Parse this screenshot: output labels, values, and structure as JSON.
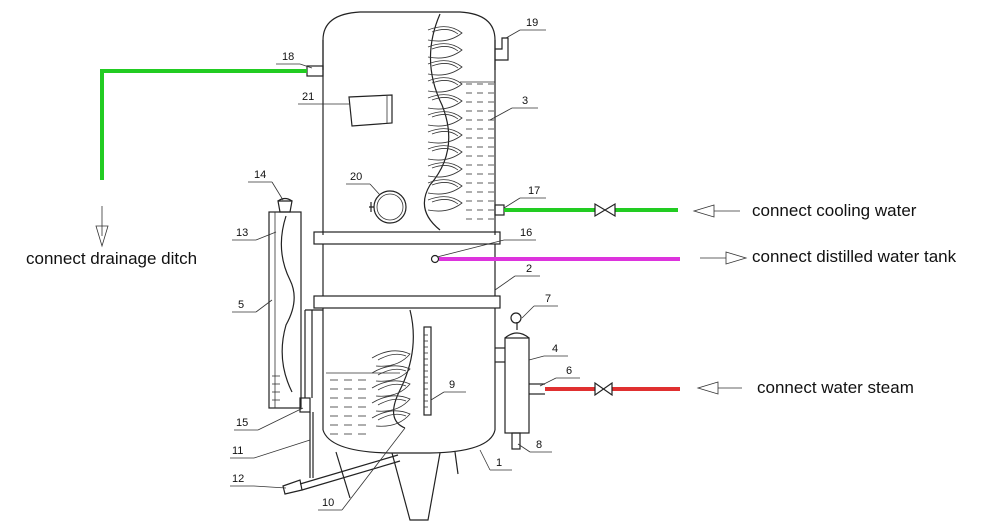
{
  "labels": {
    "drainage": "connect drainage ditch",
    "cooling": "connect cooling water",
    "distilled": "connect distilled water tank",
    "steam": "connect water steam"
  },
  "numbers": [
    "1",
    "2",
    "3",
    "4",
    "5",
    "6",
    "7",
    "8",
    "9",
    "10",
    "11",
    "12",
    "13",
    "14",
    "15",
    "16",
    "17",
    "18",
    "19",
    "20",
    "21"
  ],
  "colors": {
    "cooling_pipe": "#22cc22",
    "distilled_pipe": "#dd33dd",
    "steam_pipe": "#e03030",
    "line": "#222222"
  },
  "icons": [
    "valve-icon",
    "pressure-gauge-icon",
    "arrow-left-icon",
    "arrow-right-icon",
    "arrow-down-icon"
  ]
}
